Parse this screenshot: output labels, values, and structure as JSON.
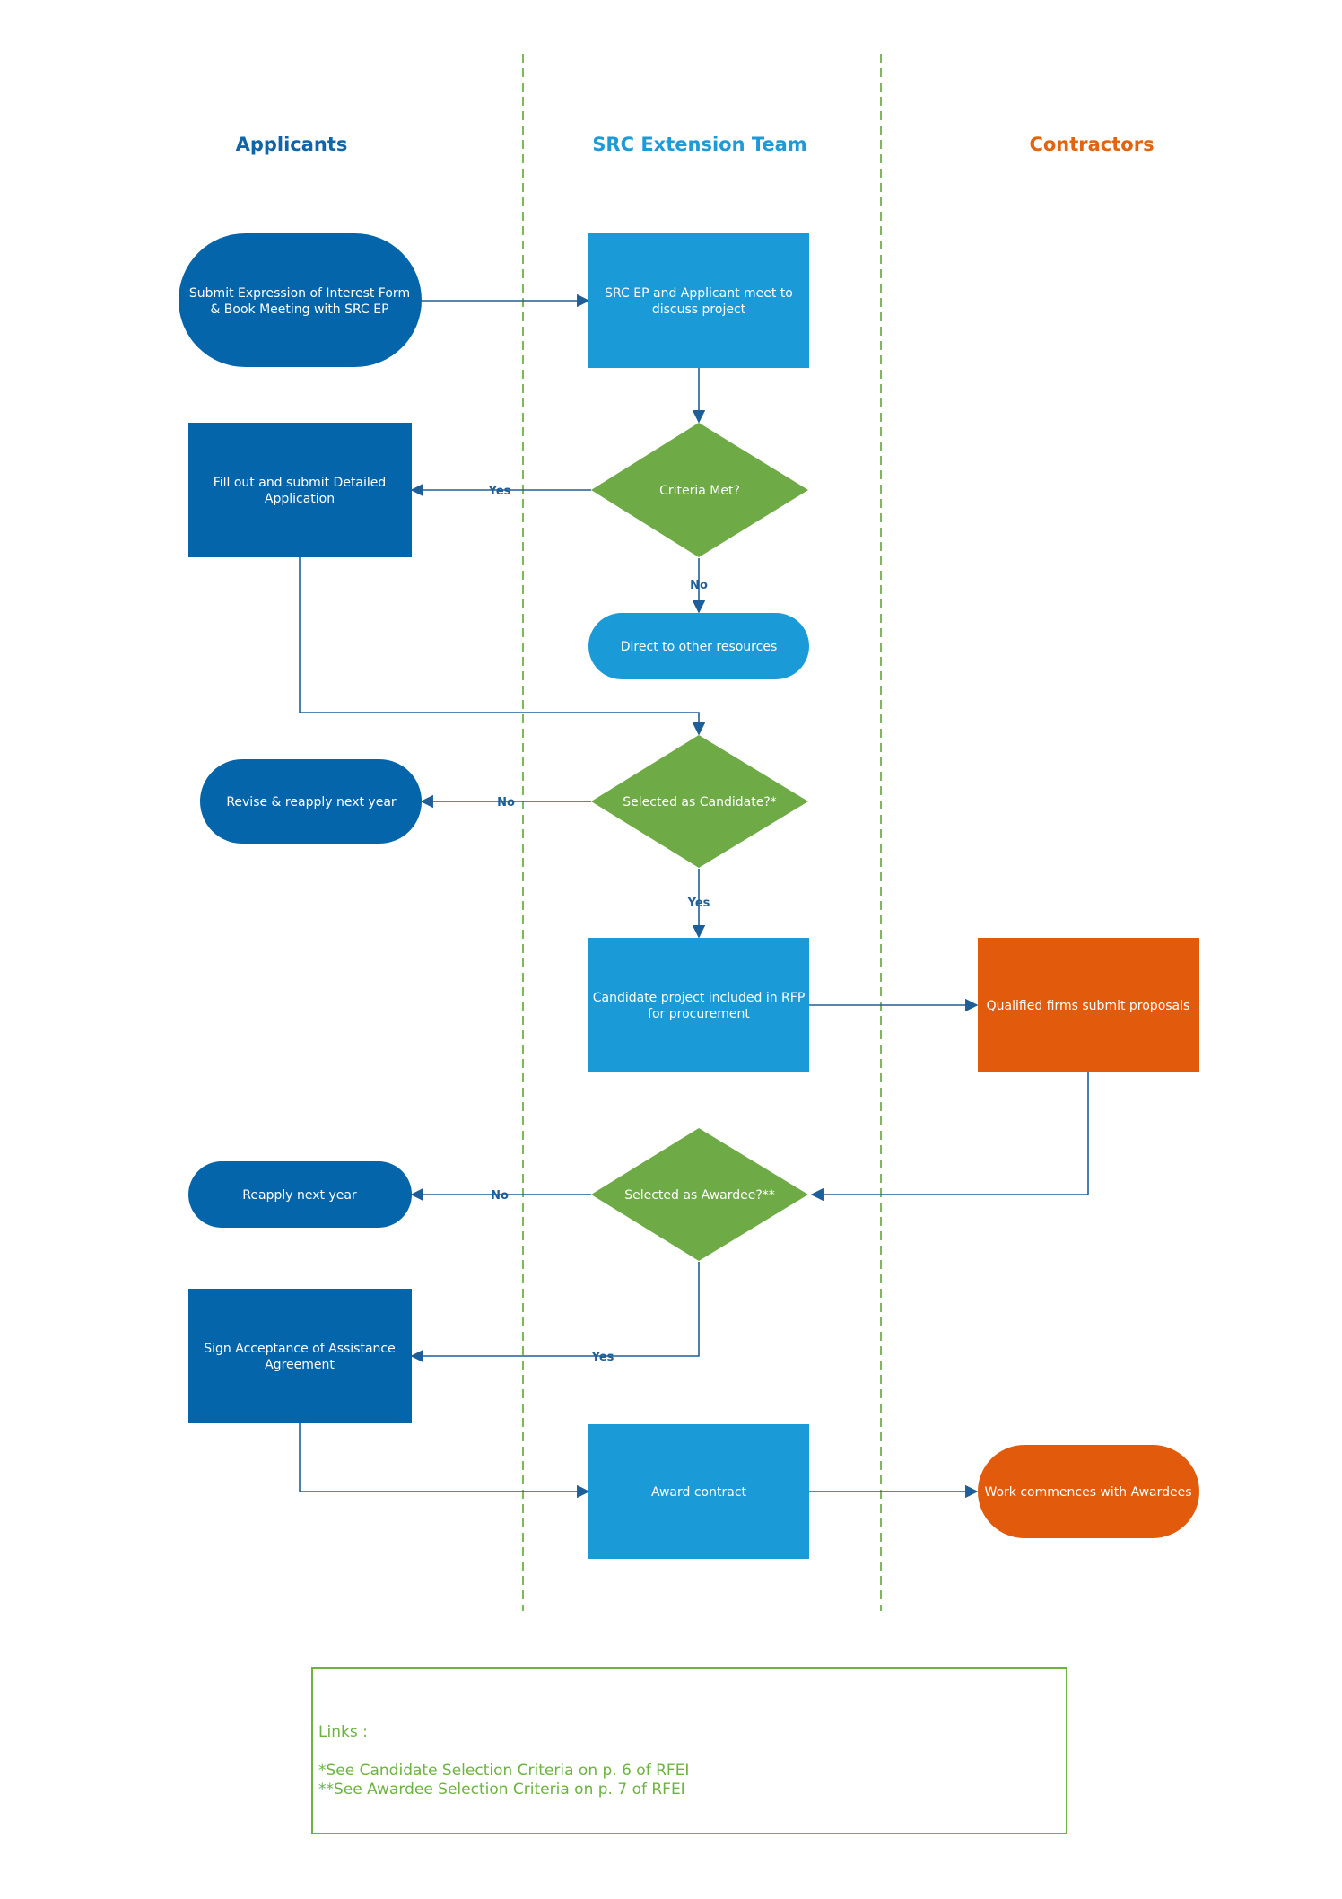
{
  "colors": {
    "dark_blue": "#0565ab",
    "light_blue": "#1b9ad8",
    "green": "#6eaa45",
    "orange": "#e25b0c",
    "lane_divider": "#7fb85a",
    "connector": "#1f5f99",
    "links_green": "#6db33f"
  },
  "lanes": {
    "applicants": {
      "title": "Applicants",
      "color": "#1065a8"
    },
    "src_team": {
      "title": "SRC Extension Team",
      "color": "#1f9ad6"
    },
    "contractors": {
      "title": "Contractors",
      "color": "#e2640f"
    }
  },
  "nodes": [
    {
      "id": "submit-eoi",
      "shape": "terminal",
      "lane": "applicants",
      "color": "dark_blue",
      "lines": [
        "Submit Expression of Interest Form",
        "& Book Meeting with SRC EP"
      ]
    },
    {
      "id": "meet",
      "shape": "process",
      "lane": "src_team",
      "color": "light_blue",
      "lines": [
        "SRC EP and Applicant meet to",
        "discuss project"
      ]
    },
    {
      "id": "criteria-met",
      "shape": "decision",
      "lane": "src_team",
      "color": "green",
      "lines": [
        "Criteria Met?"
      ]
    },
    {
      "id": "detailed-app",
      "shape": "process",
      "lane": "applicants",
      "color": "dark_blue",
      "lines": [
        "Fill out and submit Detailed",
        "Application"
      ]
    },
    {
      "id": "direct-other",
      "shape": "terminal",
      "lane": "src_team",
      "color": "light_blue",
      "lines": [
        "Direct to other resources"
      ]
    },
    {
      "id": "selected-candidate",
      "shape": "decision",
      "lane": "src_team",
      "color": "green",
      "lines": [
        "Selected as Candidate?*"
      ]
    },
    {
      "id": "revise-reapply",
      "shape": "terminal",
      "lane": "applicants",
      "color": "dark_blue",
      "lines": [
        "Revise & reapply next year"
      ]
    },
    {
      "id": "candidate-rfp",
      "shape": "process",
      "lane": "src_team",
      "color": "light_blue",
      "lines": [
        "Candidate project included in RFP",
        "for procurement"
      ]
    },
    {
      "id": "firms-submit",
      "shape": "process",
      "lane": "contractors",
      "color": "orange",
      "lines": [
        "Qualified firms submit  proposals"
      ]
    },
    {
      "id": "selected-awardee",
      "shape": "decision",
      "lane": "src_team",
      "color": "green",
      "lines": [
        "Selected as Awardee?**"
      ]
    },
    {
      "id": "reapply-next",
      "shape": "terminal",
      "lane": "applicants",
      "color": "dark_blue",
      "lines": [
        "Reapply next year"
      ]
    },
    {
      "id": "sign-acceptance",
      "shape": "process",
      "lane": "applicants",
      "color": "dark_blue",
      "lines": [
        "Sign Acceptance of Assistance",
        "Agreement"
      ]
    },
    {
      "id": "award-contract",
      "shape": "process",
      "lane": "src_team",
      "color": "light_blue",
      "lines": [
        "Award contract"
      ]
    },
    {
      "id": "work-commences",
      "shape": "terminal",
      "lane": "contractors",
      "color": "orange",
      "lines": [
        "Work commences with Awardees"
      ]
    }
  ],
  "edges": [
    {
      "from": "submit-eoi",
      "to": "meet",
      "label": ""
    },
    {
      "from": "meet",
      "to": "criteria-met",
      "label": ""
    },
    {
      "from": "criteria-met",
      "to": "detailed-app",
      "label": "Yes"
    },
    {
      "from": "criteria-met",
      "to": "direct-other",
      "label": "No"
    },
    {
      "from": "detailed-app",
      "to": "selected-candidate",
      "label": ""
    },
    {
      "from": "selected-candidate",
      "to": "revise-reapply",
      "label": "No"
    },
    {
      "from": "selected-candidate",
      "to": "candidate-rfp",
      "label": "Yes"
    },
    {
      "from": "candidate-rfp",
      "to": "firms-submit",
      "label": ""
    },
    {
      "from": "firms-submit",
      "to": "selected-awardee",
      "label": ""
    },
    {
      "from": "selected-awardee",
      "to": "reapply-next",
      "label": "No"
    },
    {
      "from": "selected-awardee",
      "to": "sign-acceptance",
      "label": "Yes"
    },
    {
      "from": "sign-acceptance",
      "to": "award-contract",
      "label": ""
    },
    {
      "from": "award-contract",
      "to": "work-commences",
      "label": ""
    }
  ],
  "links_box": {
    "heading": "Links :",
    "lines": [
      "*See Candidate Selection Criteria on p. 6 of RFEI",
      "**See Awardee Selection Criteria on p. 7 of RFEI"
    ]
  }
}
